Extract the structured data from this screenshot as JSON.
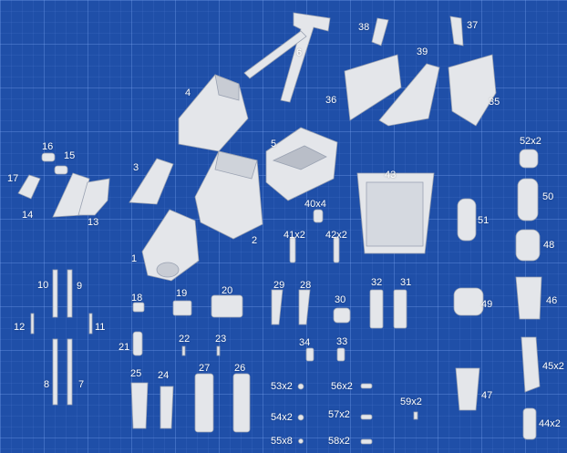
{
  "part_labels": {
    "p1": "1",
    "p2": "2",
    "p3": "3",
    "p4": "4",
    "p5": "5",
    "p6": "6",
    "p7": "7",
    "p8": "8",
    "p9": "9",
    "p10": "10",
    "p11": "11",
    "p12": "12",
    "p13": "13",
    "p14": "14",
    "p15": "15",
    "p16": "16",
    "p17": "17",
    "p18": "18",
    "p19": "19",
    "p20": "20",
    "p21": "21",
    "p22": "22",
    "p23": "23",
    "p24": "24",
    "p25": "25",
    "p26": "26",
    "p27": "27",
    "p28": "28",
    "p29": "29",
    "p30": "30",
    "p31": "31",
    "p32": "32",
    "p33": "33",
    "p34": "34",
    "p35": "35",
    "p36": "36",
    "p37": "37",
    "p38": "38",
    "p39": "39",
    "p40": "40x4",
    "p41": "41x2",
    "p42": "42x2",
    "p43": "43",
    "p44": "44x2",
    "p45": "45x2",
    "p46": "46",
    "p47": "47",
    "p48": "48",
    "p49": "49",
    "p50": "50",
    "p51": "51",
    "p52": "52x2",
    "p53": "53x2",
    "p54": "54x2",
    "p55": "55x8",
    "p56": "56x2",
    "p57": "57x2",
    "p58": "58x2",
    "p59": "59x2"
  },
  "colors": {
    "background": "#1f4fa8",
    "part": "#e4e6ea",
    "shade": "#b9bec8",
    "label": "#ffffff"
  }
}
